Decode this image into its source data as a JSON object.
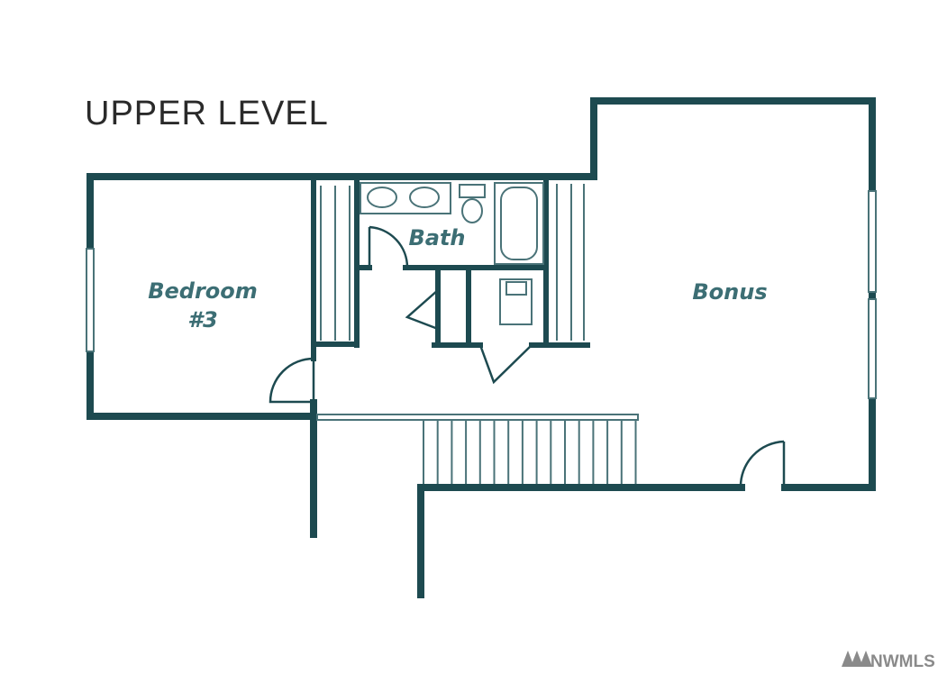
{
  "title": "UPPER LEVEL",
  "rooms": {
    "bedroom": {
      "line1": "Bedroom",
      "line2": "#3"
    },
    "bath": {
      "label": "Bath"
    },
    "bonus": {
      "label": "Bonus"
    }
  },
  "watermark": {
    "text": "NWMLS",
    "icon": "nwmls-logo-icon"
  },
  "colors": {
    "wall": "#1d4a50",
    "label": "#3c6e74",
    "fixture": "#4a7378"
  }
}
